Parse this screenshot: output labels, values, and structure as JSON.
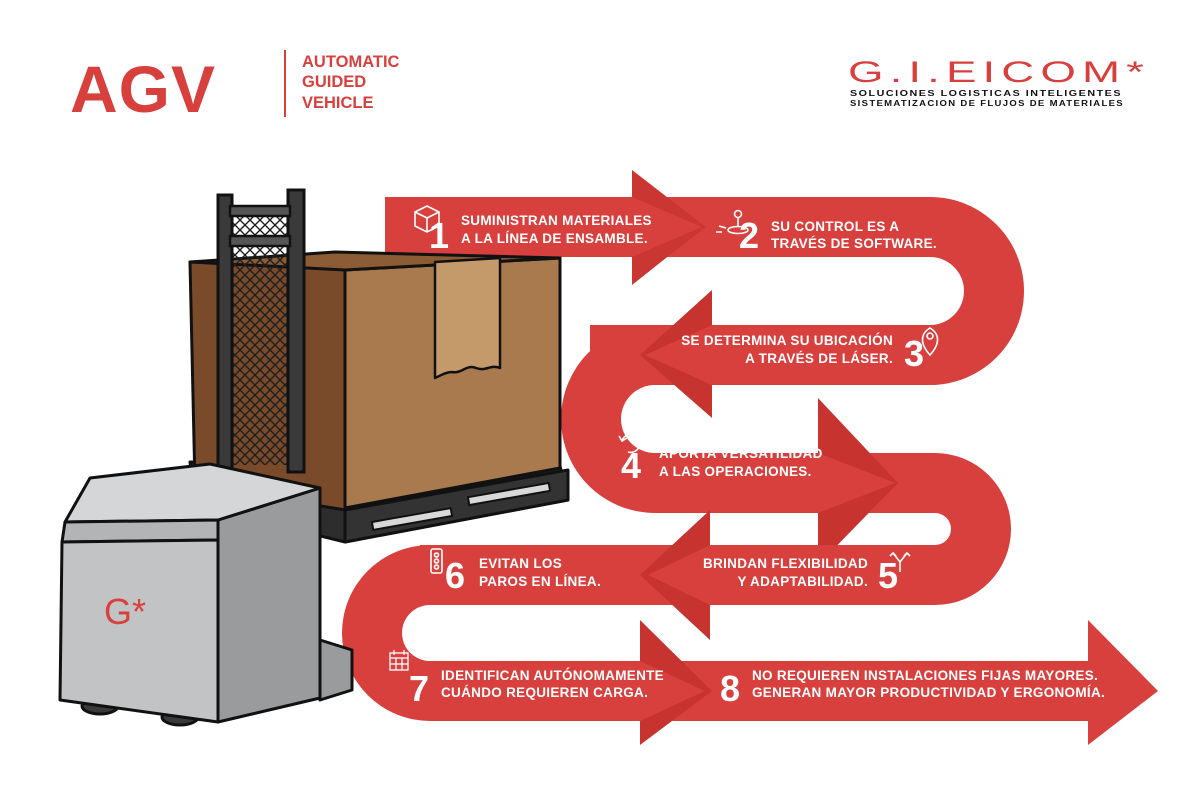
{
  "header": {
    "logo": "AGV",
    "subtitle": [
      "AUTOMATIC",
      "GUIDED",
      "VEHICLE"
    ]
  },
  "brand": {
    "name": "G.I.EICOM*",
    "lines": [
      "SOLUCIONES LOGISTICAS INTELIGENTES",
      "SISTEMATIZACION DE FLUJOS DE MATERIALES"
    ]
  },
  "vehicle": {
    "mark": "G*"
  },
  "steps": [
    {
      "num": "1",
      "lines": [
        "SUMINISTRAN MATERIALES",
        "A LA LÍNEA DE ENSAMBLE."
      ],
      "icon": "box-icon"
    },
    {
      "num": "2",
      "lines": [
        "SU CONTROL ES A",
        "TRAVÉS DE SOFTWARE."
      ],
      "icon": "joystick-icon"
    },
    {
      "num": "3",
      "lines": [
        "SE DETERMINA SU UBICACIÓN",
        "A TRAVÉS DE LÁSER."
      ],
      "icon": "location-pin-icon"
    },
    {
      "num": "4",
      "lines": [
        "APORTA VERSATILIDAD",
        "A LAS OPERACIONES."
      ],
      "icon": "refresh-icon"
    },
    {
      "num": "5",
      "lines": [
        "BRINDAN FLEXIBILIDAD",
        "Y ADAPTABILIDAD."
      ],
      "icon": "split-arrows-icon"
    },
    {
      "num": "6",
      "lines": [
        "EVITAN LOS",
        "PAROS EN LÍNEA."
      ],
      "icon": "traffic-light-icon"
    },
    {
      "num": "7",
      "lines": [
        "IDENTIFICAN AUTÓNOMAMENTE",
        "CUÁNDO REQUIEREN CARGA."
      ],
      "icon": "calendar-icon"
    },
    {
      "num": "8",
      "lines": [
        "NO REQUIEREN INSTALACIONES FIJAS MAYORES.",
        "GENERAN MAYOR PRODUCTIVIDAD Y ERGONOMÍA."
      ],
      "icon": ""
    }
  ],
  "colors": {
    "ribbon": "#d8403e",
    "ribbon_dark": "#c7332f",
    "box": "#a87a4e",
    "vehicle": "#c2c3c5"
  }
}
